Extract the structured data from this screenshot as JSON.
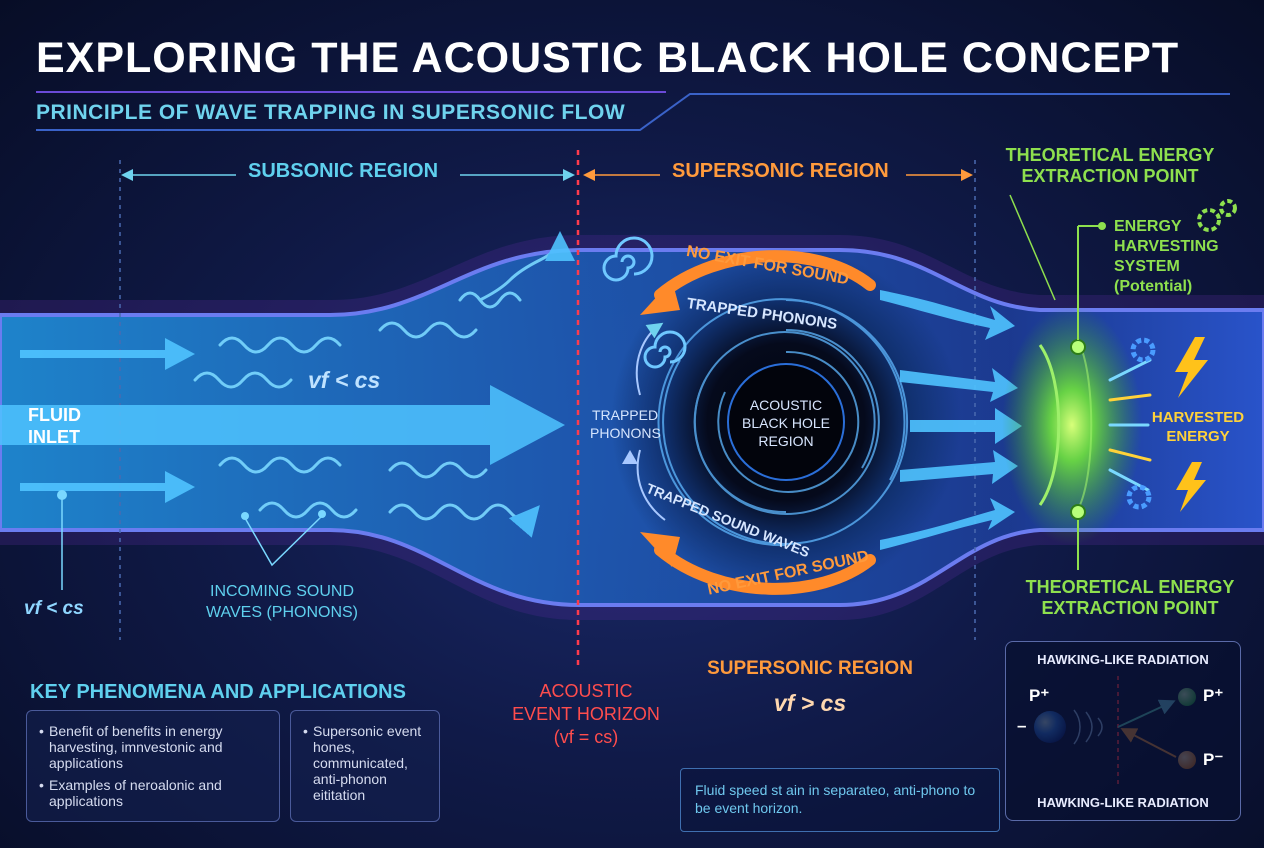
{
  "title": "EXPLORING THE ACOUSTIC BLACK HOLE CONCEPT",
  "subtitle": "PRINCIPLE OF WAVE TRAPPING IN SUPERSONIC FLOW",
  "regions": {
    "subsonic": "SUBSONIC REGION",
    "supersonic_top": "SUPERSONIC REGION",
    "supersonic_bottom": "SUPERSONIC REGION",
    "supersonic_bottom_eq": "vf > cs"
  },
  "inlet": {
    "line1": "FLUID",
    "line2": "INLET"
  },
  "equations": {
    "inside": "vf < cs",
    "inlet": "vf < cs"
  },
  "incoming": {
    "line1": "INCOMING SOUND",
    "line2": "WAVES (PHONONS)"
  },
  "horizon": {
    "line1": "ACOUSTIC",
    "line2": "EVENT HORIZON",
    "line3": "(vf = cs)"
  },
  "core": {
    "line1": "ACOUSTIC",
    "line2": "BLACK HOLE",
    "line3": "REGION"
  },
  "trapped": {
    "arc_top": "TRAPPED PHONONS",
    "left_line1": "TRAPPED",
    "left_line2": "PHONONS",
    "arc_bottom": "TRAPPED SOUND WAVES",
    "no_exit_top": "NO EXIT FOR SOUND",
    "no_exit_bottom": "NO EXIT FOR SOUND"
  },
  "extraction": {
    "top_line1": "THEORETICAL ENERGY",
    "top_line2": "EXTRACTION POINT",
    "bottom_line1": "THEORETICAL ENERGY",
    "bottom_line2": "EXTRACTION POINT"
  },
  "harvesting": {
    "line1": "ENERGY",
    "line2": "HARVESTING",
    "line3": "SYSTEM",
    "line4": "(Potential)",
    "harvested_line1": "HARVESTED",
    "harvested_line2": "ENERGY"
  },
  "key_section": {
    "heading": "KEY PHENOMENA AND APPLICATIONS",
    "box1": [
      "Benefit of benefits in energy harvesting, imnvestonic and applications",
      "Examples of neroalonic and applications"
    ],
    "box2": [
      "Supersonic event hones, communicated, anti-phonon eititation"
    ]
  },
  "note": "Fluid speed st ain in separateo, anti-phono to be event horizon.",
  "hawking": {
    "title_top": "HAWKING-LIKE RADIATION",
    "title_bottom": "HAWKING-LIKE RADIATION",
    "particle_plus": "P⁺",
    "particle_plus_out": "P⁺",
    "particle_minus_out": "P⁻",
    "minus_sign": "–"
  },
  "colors": {
    "cyan": "#5fd0ee",
    "orange": "#ff9a3c",
    "green": "#8ee04e",
    "red": "#ff4d4d",
    "background": "#0a1330"
  }
}
